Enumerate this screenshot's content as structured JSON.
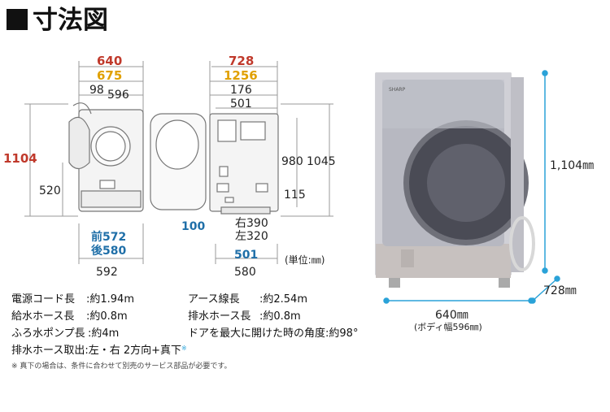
{
  "title": "寸法図",
  "front_view": {
    "width_total": "640",
    "width_door": "675",
    "offset_98": "98",
    "width_596": "596",
    "height_total": "1104",
    "height_520": "520",
    "depth_front": "前572",
    "depth_back": "後580",
    "width_bottom": "592"
  },
  "side_view": {
    "depth_728": "728",
    "depth_open": "1256",
    "offset_176": "176",
    "offset_501_top": "501",
    "height_980": "980",
    "height_1045": "1045",
    "height_115": "115",
    "offset_100": "100",
    "right_390": "右390",
    "left_320": "左320",
    "offset_501_bottom": "501",
    "width_580": "580",
    "unit": "(単位:㎜)"
  },
  "photo": {
    "height_label": "1,104㎜",
    "depth_label": "728㎜",
    "width_label": "640㎜",
    "body_width_label": "(ボディ幅596㎜)"
  },
  "specs": [
    {
      "label": "電源コード長",
      "value": ":約1.94m"
    },
    {
      "label": "給水ホース長",
      "value": ":約0.8m"
    },
    {
      "label": "ふろ水ポンプ長",
      "value": ":約4m"
    },
    {
      "label": "アース線長",
      "value": ":約2.54m"
    },
    {
      "label": "排水ホース長",
      "value": ":約0.8m"
    },
    {
      "label": "ドアを最大に開けた時の角度",
      "value": ":約98°"
    }
  ],
  "drain": {
    "label": "排水ホース取出:左・右 2方向+真下",
    "mark": "※"
  },
  "footnote": "※ 真下の場合は、条件に合わせて別売のサービス部品が必要です。",
  "colors": {
    "red": "#c0392b",
    "orange": "#e0a000",
    "blue": "#1f6fa8"
  }
}
